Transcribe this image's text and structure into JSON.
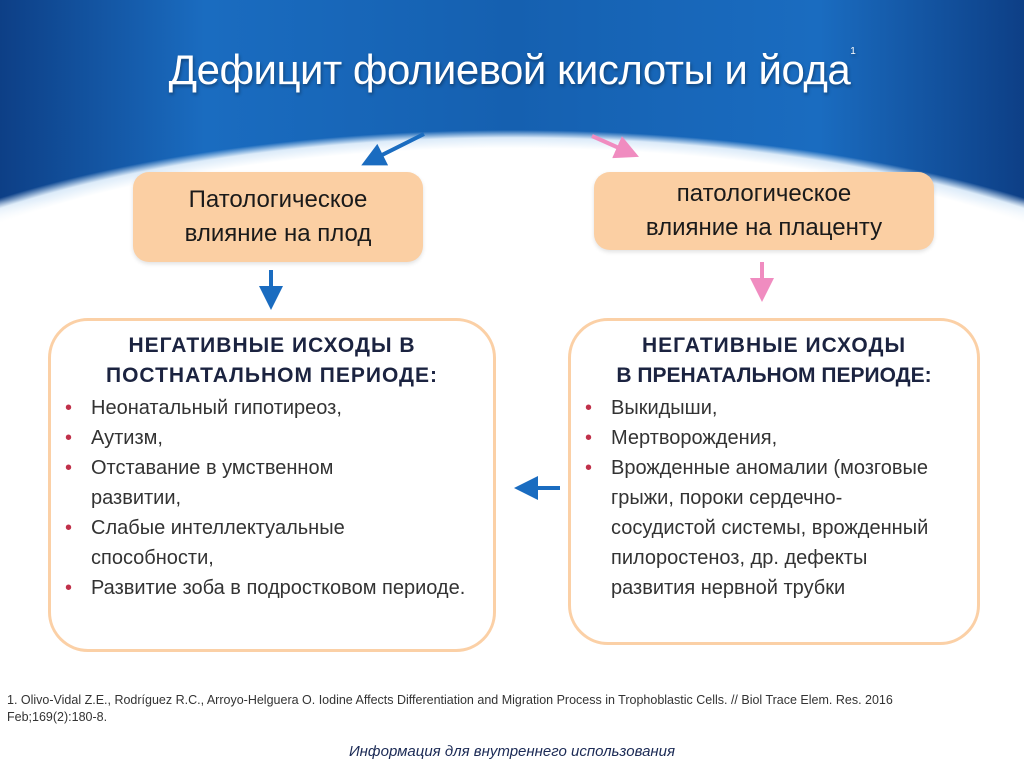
{
  "title": "Дефицит фолиевой кислоты и йода",
  "title_ref": "1",
  "left": {
    "box_line1": "Патологическое",
    "box_line2": "влияние  на плод",
    "heading_line1": "НЕГАТИВНЫЕ ИСХОДЫ В",
    "heading_line2": "ПОСТНАТАЛЬНОМ ПЕРИОДЕ:",
    "items": [
      "Неонатальный гипотиреоз,",
      "Аутизм,",
      "Отставание в умственном развитии,",
      "Слабые интеллектуальные способности,",
      "Развитие зоба в подростковом периоде."
    ]
  },
  "right": {
    "box_line1": "патологическое",
    "box_line2": "влияние на плаценту",
    "heading_line1": "НЕГАТИВНЫЕ ИСХОДЫ",
    "heading_line2": "В ПРЕНАТАЛЬНОМ ПЕРИОДЕ:",
    "items": [
      "Выкидыши,",
      "Мертворождения,",
      "Врожденные аномалии (мозговые грыжи, пороки сердечно-сосудистой системы, врожденный пилоростеноз, др. дефекты развития нервной трубки"
    ]
  },
  "reference": "1. Olivo-Vidal Z.E., Rodríguez R.C., Arroyo-Helguera O. Iodine Affects Differentiation and Migration Process in Trophoblastic Cells. // Biol Trace Elem. Res. 2016 Feb;169(2):180-8.",
  "footer": "Информация для внутреннего использования",
  "colors": {
    "blue_arrow": "#1a6cc0",
    "pink_arrow": "#f08cc0",
    "box_fill": "#fbcfa3"
  }
}
